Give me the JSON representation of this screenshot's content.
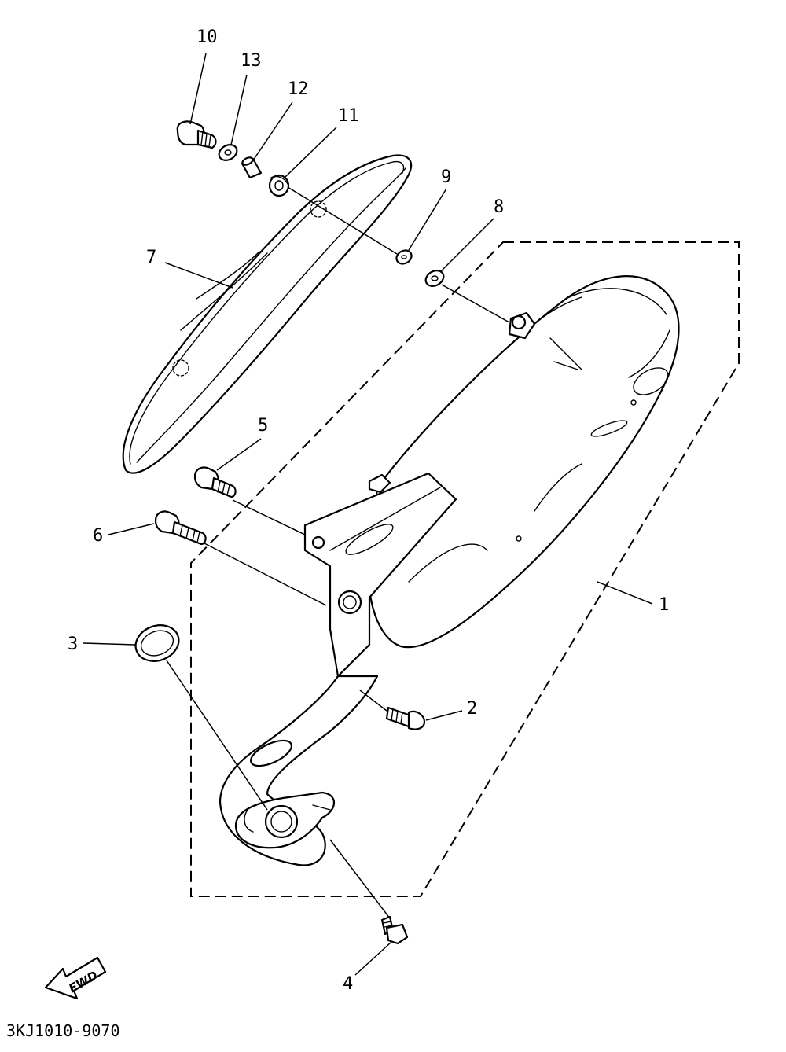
{
  "callouts": [
    {
      "id": "callout-1",
      "label": "1"
    },
    {
      "id": "callout-2",
      "label": "2"
    },
    {
      "id": "callout-3",
      "label": "3"
    },
    {
      "id": "callout-4",
      "label": "4"
    },
    {
      "id": "callout-5",
      "label": "5"
    },
    {
      "id": "callout-6",
      "label": "6"
    },
    {
      "id": "callout-7",
      "label": "7"
    },
    {
      "id": "callout-8",
      "label": "8"
    },
    {
      "id": "callout-9",
      "label": "9"
    },
    {
      "id": "callout-10",
      "label": "10"
    },
    {
      "id": "callout-11",
      "label": "11"
    },
    {
      "id": "callout-12",
      "label": "12"
    },
    {
      "id": "callout-13",
      "label": "13"
    }
  ],
  "direction_label": "FWD",
  "drawing_code": "3KJ1010-9070"
}
